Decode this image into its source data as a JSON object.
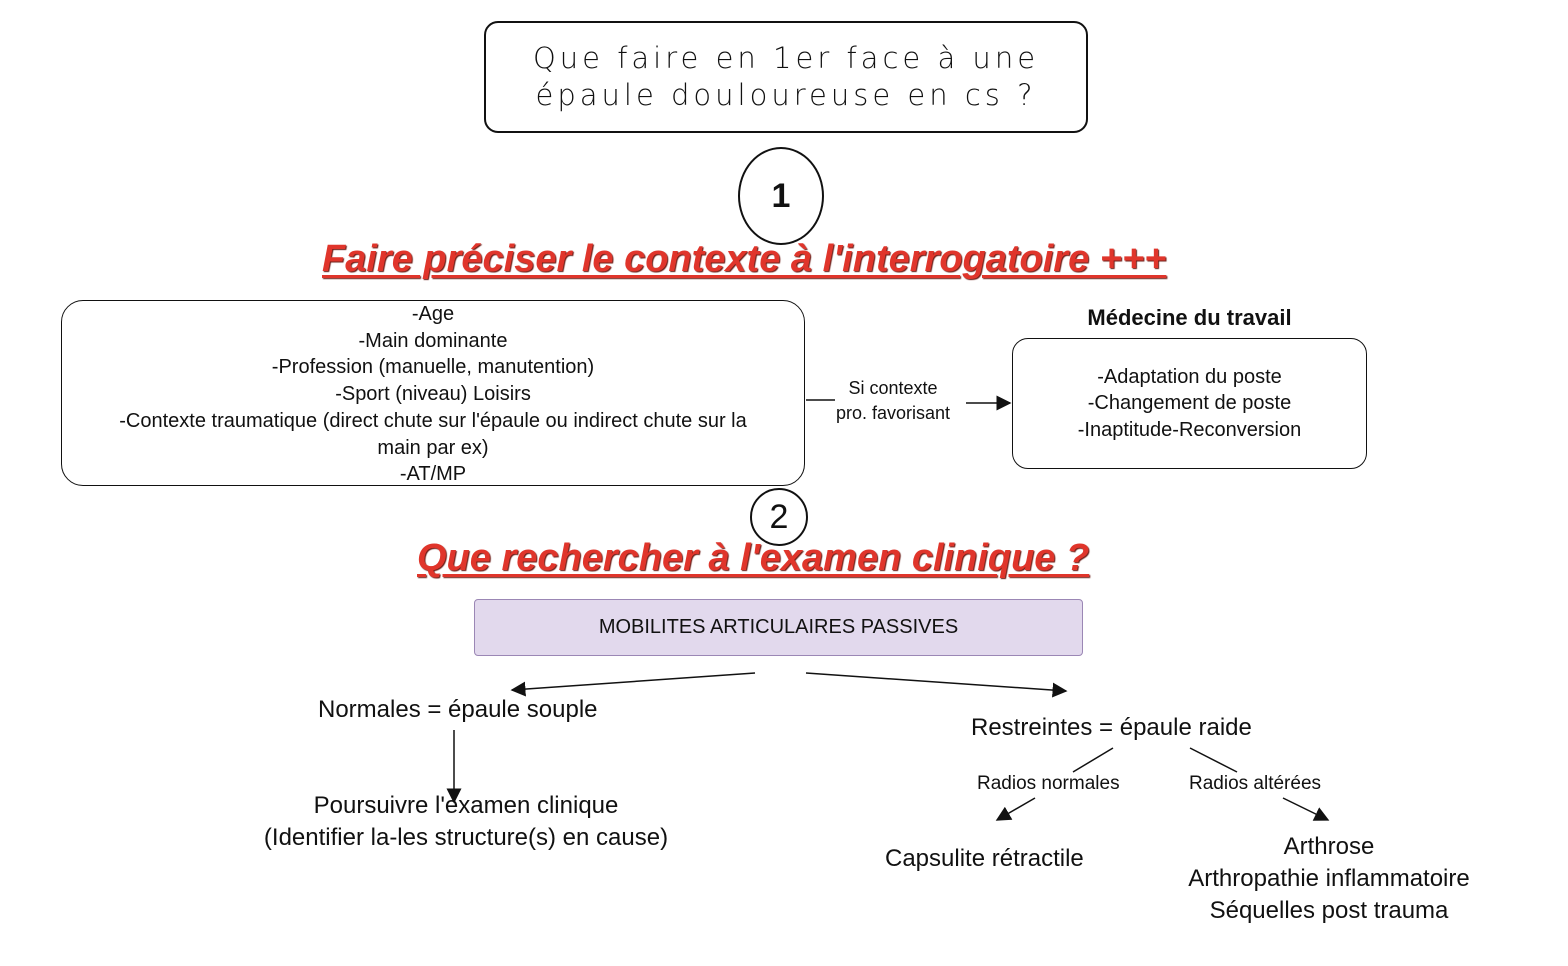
{
  "title": [
    "Que faire en 1er face à une",
    "épaule douloureuse en cs ?"
  ],
  "step1": {
    "number": "1",
    "heading": "Faire préciser le contexte à l'interrogatoire +++"
  },
  "context_items": [
    "-Age",
    "-Main dominante",
    "-Profession (manuelle, manutention)",
    "-Sport (niveau) Loisirs",
    "-Contexte traumatique (direct chute sur l'épaule ou indirect chute sur la",
    "main par ex)",
    "-AT/MP"
  ],
  "arrow_label": [
    "Si contexte",
    "pro. favorisant"
  ],
  "medecine": {
    "title": "Médecine du travail",
    "items": [
      "-Adaptation du poste",
      "-Changement de poste",
      "-Inaptitude-Reconversion"
    ]
  },
  "step2": {
    "number": "2",
    "heading": "Que rechercher à l'examen clinique ?"
  },
  "mobilites": "MOBILITES ARTICULAIRES PASSIVES",
  "normales": {
    "label": "Normales = épaule souple",
    "next": [
      "Poursuivre l'examen clinique",
      "(Identifier la-les structure(s) en cause)"
    ]
  },
  "restreintes": {
    "label": "Restreintes = épaule raide",
    "radios_normales": "Radios normales",
    "radios_alterees": "Radios altérées",
    "capsulite": "Capsulite rétractile",
    "alterees_results": [
      "Arthrose",
      "Arthropathie inflammatoire",
      "Séquelles post trauma"
    ]
  },
  "colors": {
    "heading_red": "#e0352b",
    "mobilites_fill": "#e2d9ed"
  }
}
